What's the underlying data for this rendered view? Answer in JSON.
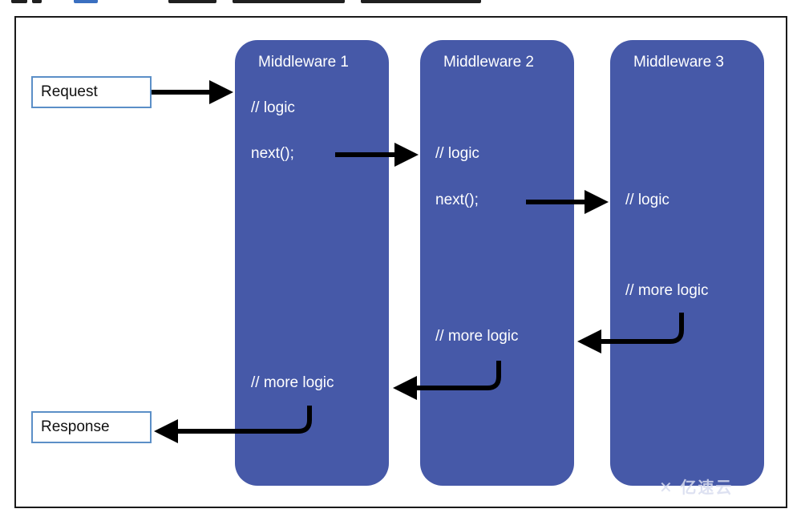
{
  "diagram": {
    "request_label": "Request",
    "response_label": "Response",
    "middlewares": [
      {
        "title": "Middleware 1",
        "lines": [
          "// logic",
          "next();",
          "// more logic"
        ]
      },
      {
        "title": "Middleware 2",
        "lines": [
          "// logic",
          "next();",
          "// more logic"
        ]
      },
      {
        "title": "Middleware 3",
        "lines": [
          "// logic",
          "// more logic"
        ]
      }
    ],
    "colors": {
      "middleware_fill": "#4659a8",
      "box_border": "#5b8fc7",
      "arrow": "#000000",
      "frame": "#1a1a1a"
    }
  }
}
